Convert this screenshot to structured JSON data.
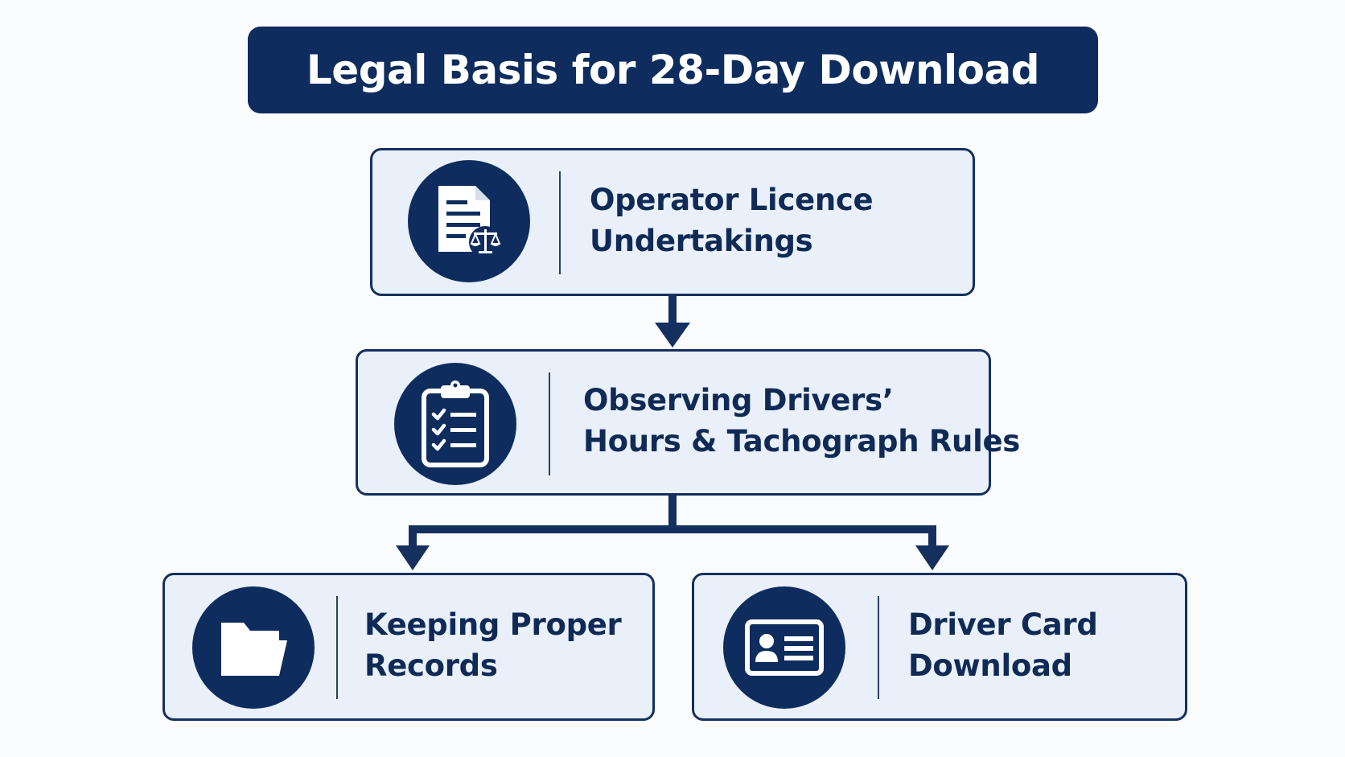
{
  "title": "Legal Basis for 28-Day Download",
  "nodes": {
    "operator": {
      "icon": "document-with-scales-icon",
      "line1": "Operator Licence",
      "line2": "Undertakings"
    },
    "observing": {
      "icon": "clipboard-checklist-icon",
      "line1": "Observing Drivers’",
      "line2": "Hours & Tachograph Rules"
    },
    "records": {
      "icon": "folder-icon",
      "line1": "Keeping Proper",
      "line2": "Records"
    },
    "card": {
      "icon": "id-card-icon",
      "line1": "Driver Card",
      "line2": "Download"
    }
  },
  "colors": {
    "navy": "#0e2d5e",
    "box_fill": "#e9f0fa",
    "box_border": "#15305f",
    "background": "#fbfcfe"
  }
}
